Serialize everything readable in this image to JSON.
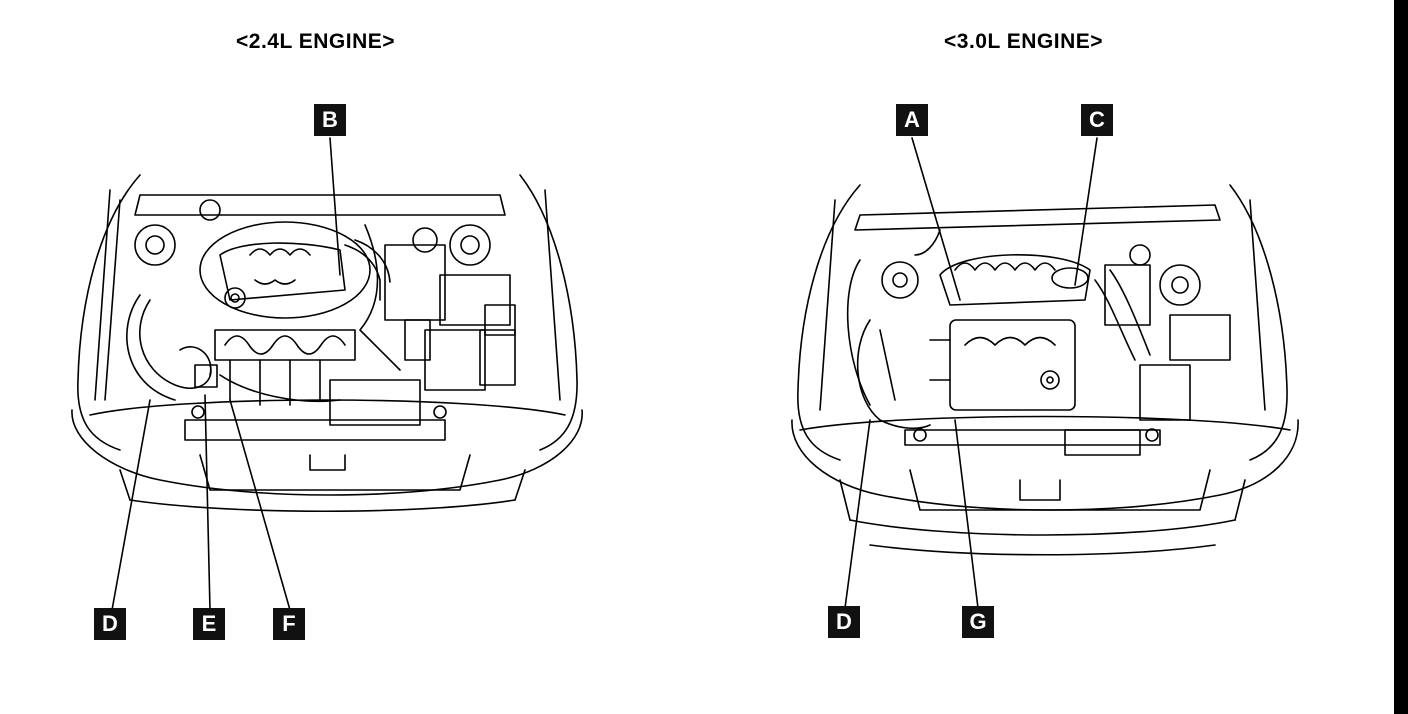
{
  "titles": {
    "left": "<2.4L ENGINE>",
    "right": "<3.0L ENGINE>"
  },
  "left_callouts": [
    "B",
    "D",
    "E",
    "F"
  ],
  "right_callouts": [
    "A",
    "C",
    "D",
    "G"
  ],
  "colors": {
    "line": "#000000",
    "badge": "#111111",
    "background": "#ffffff"
  }
}
